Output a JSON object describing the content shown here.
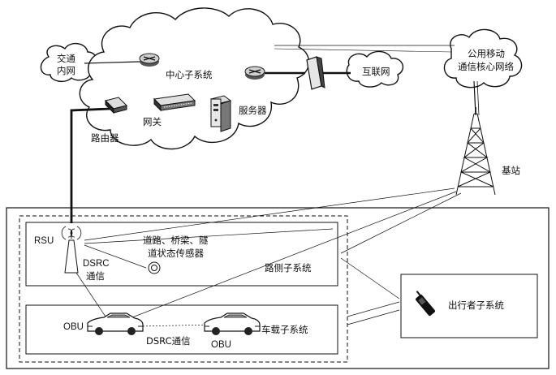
{
  "labels": {
    "traffic_intranet": [
      "交通",
      "内网"
    ],
    "center_subsystem": "中心子系统",
    "internet": "互联网",
    "public_mobile_core": [
      "公用移动",
      "通信核心网络"
    ],
    "gateway": "网关",
    "server": "服务器",
    "router": "路由器",
    "base_station": "基站",
    "rsu": "RSU",
    "sensors": [
      "道路、桥梁、隧",
      "道状态传感器"
    ],
    "dsrc_comm_rsu": [
      "DSRC",
      "通信"
    ],
    "roadside_subsystem": "路侧子系统",
    "obu_left": "OBU",
    "obu_right": "OBU",
    "dsrc_comm_bottom": "DSRC通信",
    "vehicle_subsystem": "车载子系统",
    "traveler_subsystem": "出行者子系统"
  },
  "icons": {
    "router": "router-icon",
    "gateway": "network-switch-icon",
    "server": "server-tower-icon",
    "firewall": "firewall-icon",
    "tower": "radio-tower-icon",
    "antenna": "rsu-antenna-icon",
    "sensor": "sensor-icon",
    "car": "car-icon",
    "phone": "mobile-phone-icon"
  }
}
